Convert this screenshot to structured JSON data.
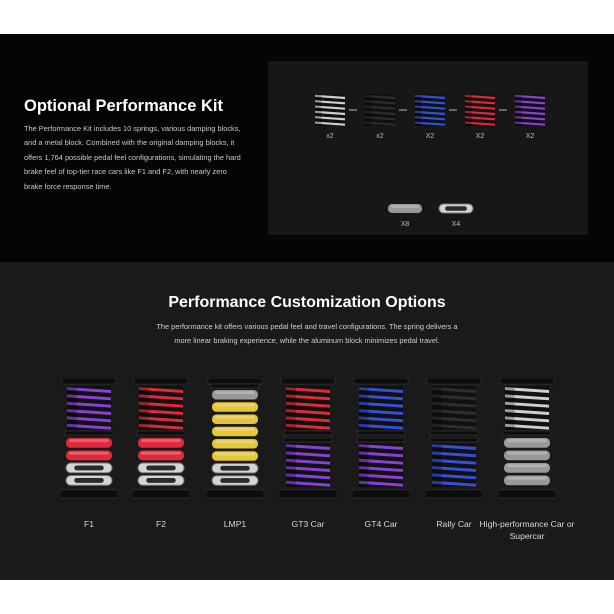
{
  "kit": {
    "title": "Optional Performance Kit",
    "description": "The Performance Kit includes 10 springs, various damping blocks, and a metal block. Combined with the original damping blocks, it offers 1,764 possible pedal feel configurations, simulating the hard brake feel of top-tier race cars like F1 and F2, with nearly zero brake force response time.",
    "springs": [
      {
        "color": "white",
        "qty": "x2"
      },
      {
        "color": "black",
        "qty": "x2"
      },
      {
        "color": "blue",
        "qty": "X2"
      },
      {
        "color": "red",
        "qty": "X2"
      },
      {
        "color": "purple",
        "qty": "X2"
      }
    ],
    "blocks": [
      {
        "color": "blue",
        "qty": "X8"
      },
      {
        "color": "metal",
        "qty": "X4"
      }
    ]
  },
  "customization": {
    "title": "Performance Customization Options",
    "description": "The performance kit offers various pedal feel and travel configurations. The spring delivers a more linear braking experience, while the aluminum block minimizes pedal travel.",
    "options": [
      {
        "label": "F1",
        "top_spring": "purple",
        "blocks": [
          "red",
          "red",
          "metal",
          "metal"
        ]
      },
      {
        "label": "F2",
        "top_spring": "red",
        "blocks": [
          "red",
          "red",
          "metal",
          "metal"
        ]
      },
      {
        "label": "LMP1",
        "top_spring": "",
        "blocks": [
          "blue",
          "yellow",
          "yellow",
          "yellow",
          "yellow",
          "yellow",
          "metal",
          "metal"
        ]
      },
      {
        "label": "GT3 Car",
        "top_spring": "red",
        "bottom_spring": "purple"
      },
      {
        "label": "GT4 Car",
        "top_spring": "blue",
        "bottom_spring": "purple"
      },
      {
        "label": "Rally Car",
        "top_spring": "black",
        "bottom_spring": "blue"
      },
      {
        "label": "High-performance Car or Supercar",
        "top_spring": "white",
        "blocks": [
          "blue",
          "blue",
          "blue",
          "blue"
        ]
      }
    ]
  },
  "colors": {
    "white": "#cfcfcf",
    "black": "#2e2e2e",
    "blue": "#3550d6",
    "red": "#e02a3c",
    "purple": "#8a3fd6",
    "yellow": "#e3c63a",
    "light_blue": "#3a8ee8",
    "metal": "#b8b8b8"
  }
}
